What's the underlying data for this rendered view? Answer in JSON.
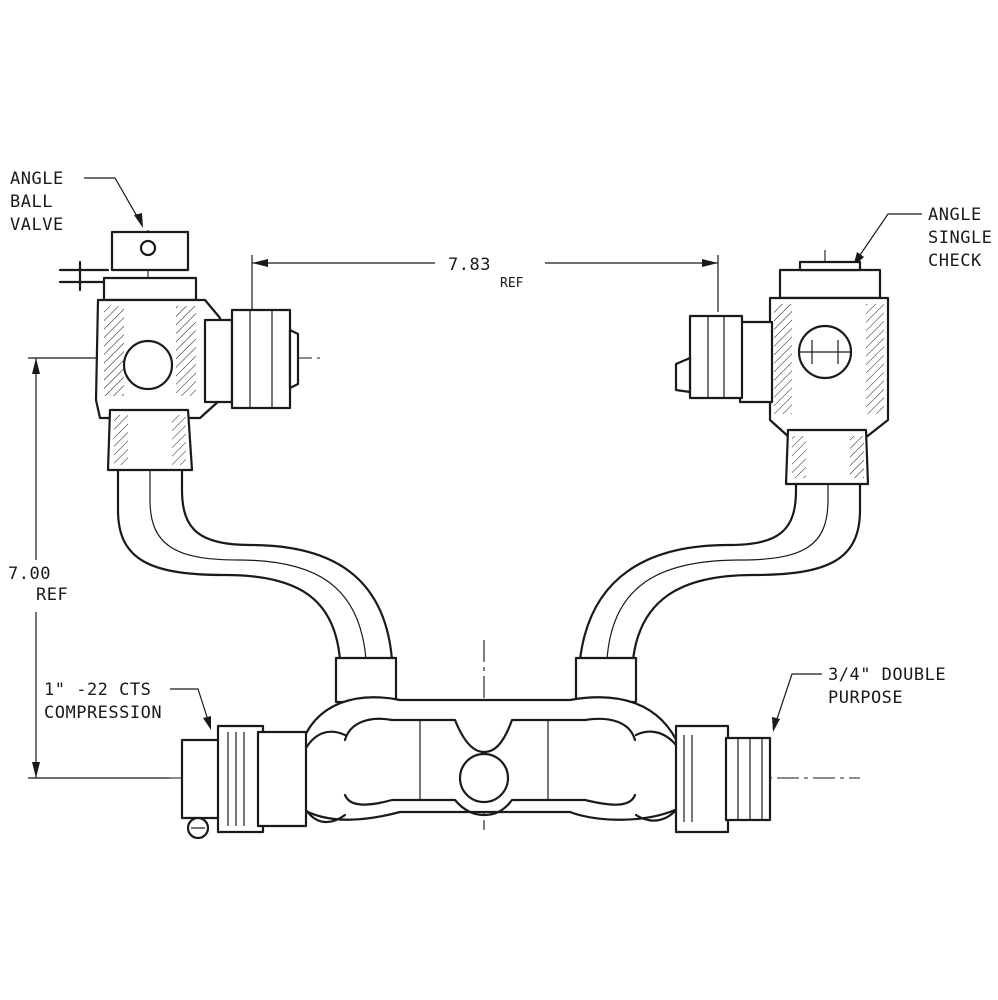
{
  "labels": {
    "angle_ball_valve": [
      "ANGLE",
      "BALL",
      "VALVE"
    ],
    "angle_single_check": [
      "ANGLE",
      "SINGLE",
      "CHECK"
    ],
    "compression": [
      "1\" -22 CTS",
      "COMPRESSION"
    ],
    "double_purpose": [
      "3/4\" DOUBLE",
      "PURPOSE"
    ]
  },
  "dimensions": {
    "width_value": "7.83",
    "width_ref": "REF",
    "height_value": "7.00",
    "height_ref": "REF"
  }
}
